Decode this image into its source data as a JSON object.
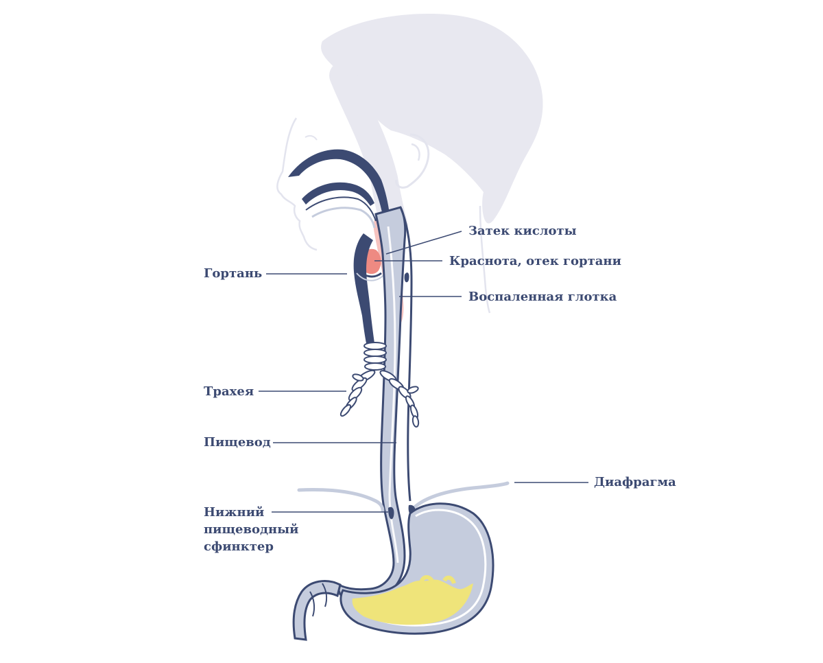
{
  "labels": {
    "acid_leak": "Затек кислоты",
    "larynx_redness": "Краснота, отек гортани",
    "inflamed_pharynx": "Воспаленная глотка",
    "larynx": "Гортань",
    "trachea": "Трахея",
    "esophagus": "Пищевод",
    "diaphragm": "Диафрагма",
    "sphincter_line1": "Нижний",
    "sphincter_line2": "пищеводный",
    "sphincter_line3": "сфинктер"
  },
  "colors": {
    "outline": "#3c4a72",
    "label_text": "#3c4a72",
    "silhouette": "#e8e8f0",
    "tube_fill": "#c5ccdd",
    "inflammation": "#f5b8b4",
    "larynx_red": "#ee8a82",
    "stomach_acid": "#efe47a"
  }
}
